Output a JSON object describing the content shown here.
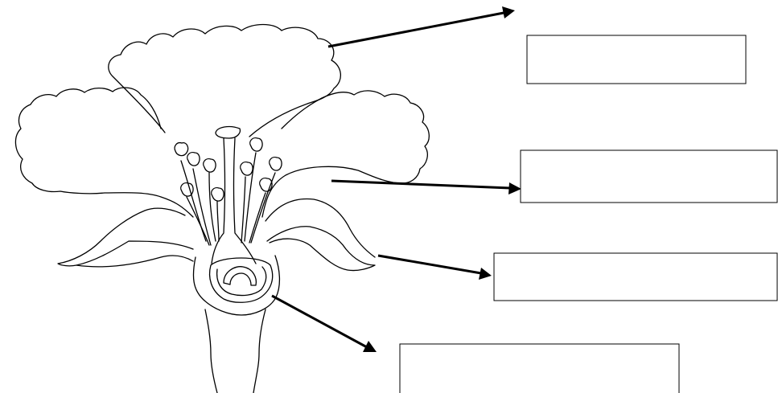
{
  "diagram": {
    "labels": [
      {
        "id": "label-1",
        "text": ""
      },
      {
        "id": "label-2",
        "text": ""
      },
      {
        "id": "label-3",
        "text": ""
      },
      {
        "id": "label-4",
        "text": ""
      }
    ]
  }
}
